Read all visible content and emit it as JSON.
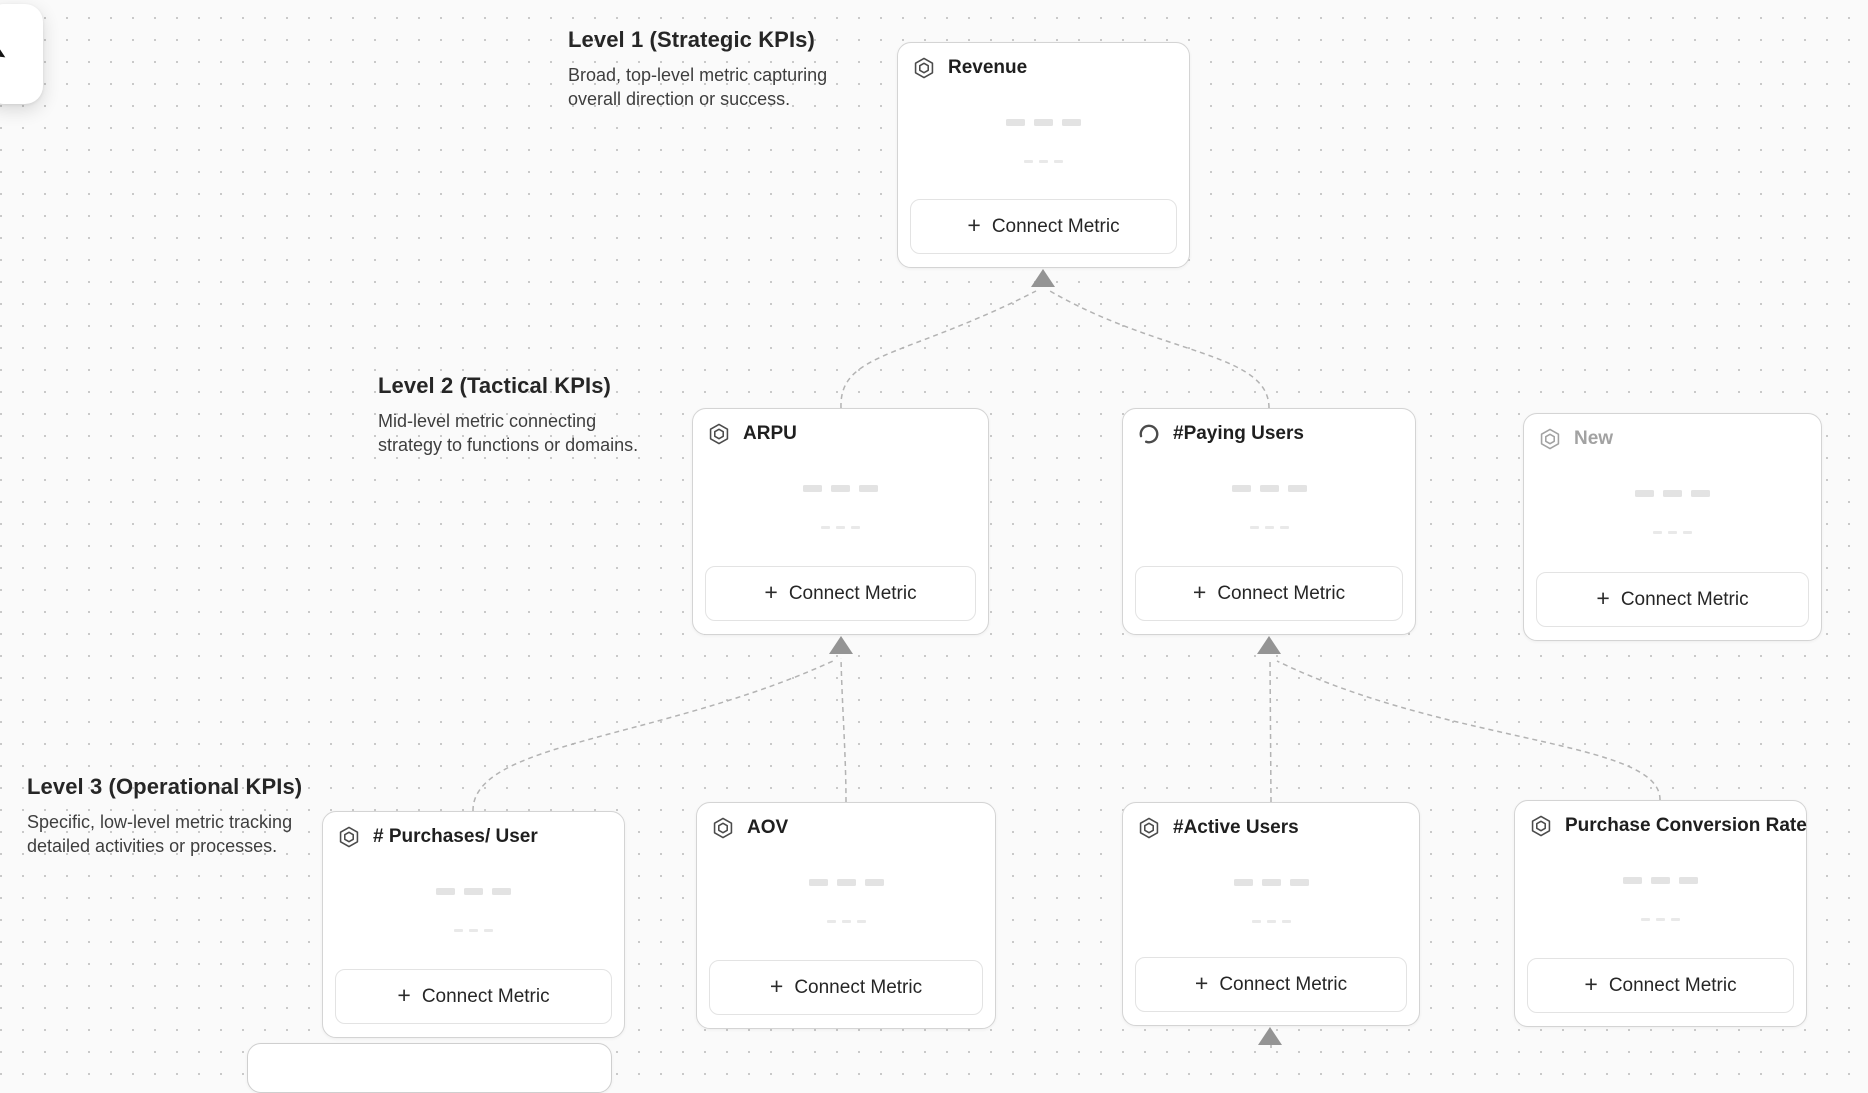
{
  "ui": {
    "plus_glyph": "+"
  },
  "colors": {
    "canvas_bg": "#fafafa",
    "dot_grid": "#c9c9c9",
    "card_border": "#d4d4d4",
    "connector": "#b3b3b3",
    "arrowhead": "#949494",
    "title_text": "#1f1f1f",
    "placeholder_text": "#a2a2a2"
  },
  "levels": [
    {
      "title": "Level 1 (Strategic KPIs)",
      "desc_lines": [
        "Broad, top-level metric capturing",
        "overall direction or success."
      ]
    },
    {
      "title": "Level 2 (Tactical KPIs)",
      "desc_lines": [
        "Mid-level metric connecting",
        "strategy to functions or domains."
      ]
    },
    {
      "title": "Level 3 (Operational KPIs)",
      "desc_lines": [
        "Specific, low-level metric tracking",
        "detailed activities or processes."
      ]
    }
  ],
  "cards": [
    {
      "id": "revenue",
      "title": "Revenue",
      "icon": "hexagon-badge-icon",
      "button_label": "Connect Metric"
    },
    {
      "id": "arpu",
      "title": "ARPU",
      "icon": "hexagon-badge-icon",
      "button_label": "Connect Metric"
    },
    {
      "id": "paying-users",
      "title": "#Paying Users",
      "icon": "spinner-icon",
      "button_label": "Connect Metric"
    },
    {
      "id": "new",
      "title": "New",
      "icon": "hexagon-badge-icon",
      "button_label": "Connect Metric"
    },
    {
      "id": "purchases-per-user",
      "title": "# Purchases/ User",
      "icon": "hexagon-badge-icon",
      "button_label": "Connect Metric"
    },
    {
      "id": "aov",
      "title": "AOV",
      "icon": "hexagon-badge-icon",
      "button_label": "Connect Metric"
    },
    {
      "id": "active-users",
      "title": "#Active Users",
      "icon": "hexagon-badge-icon",
      "button_label": "Connect Metric"
    },
    {
      "id": "purchase-conversion-rate",
      "title": "Purchase Conversion Rate",
      "icon": "hexagon-badge-icon",
      "button_label": "Connect Metric"
    }
  ]
}
